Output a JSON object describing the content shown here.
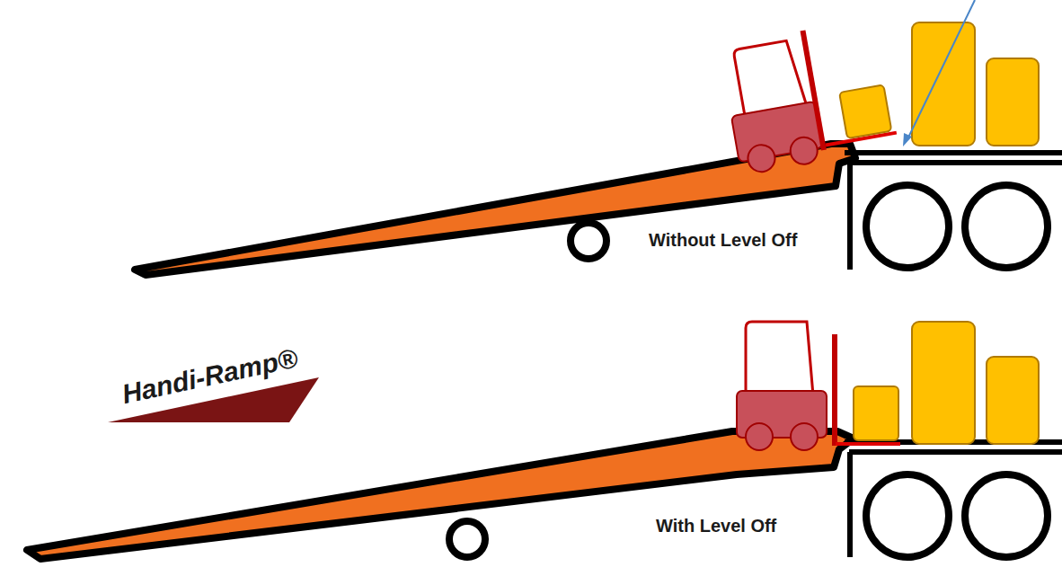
{
  "diagram": {
    "labels": [
      "Without Level Off",
      "With Level Off",
      "Handi-Ramp®"
    ]
  }
}
